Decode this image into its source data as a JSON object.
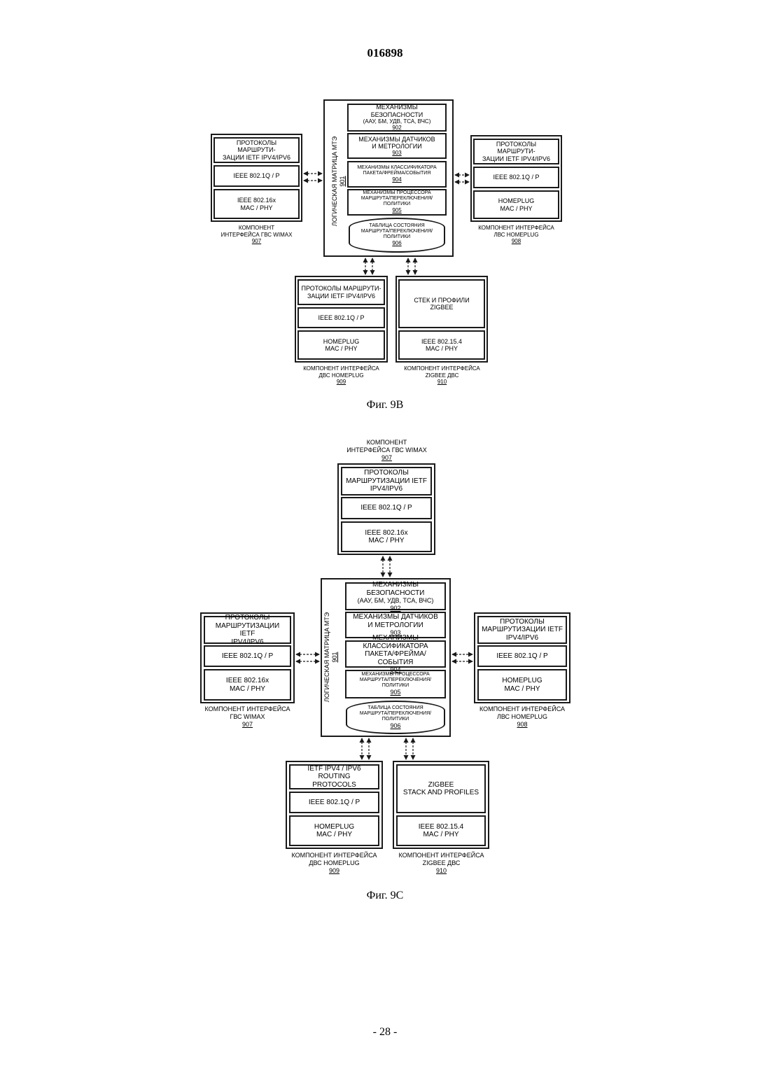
{
  "header": {
    "doc_number": "016898"
  },
  "page_number": "- 28 -",
  "fig9b": {
    "caption": "Фиг. 9B",
    "matrix": {
      "label": "ЛОГИЧЕСКАЯ МАТРИЦА МТЭ",
      "num": "901",
      "security": {
        "line1": "МЕХАНИЗМЫ БЕЗОПАСНОСТИ",
        "line2": "(ААУ, БМ, УДВ, ТСА, ВЧС)",
        "num": "902"
      },
      "sensors": {
        "line1": "МЕХАНИЗМЫ ДАТЧИКОВ",
        "line2": "И МЕТРОЛОГИИ",
        "num": "903"
      },
      "classifier": {
        "line1": "МЕХАНИЗМЫ КЛАССИФИКАТОРА",
        "line2": "ПАКЕТА/ФРЕЙМА/СОБЫТИЯ",
        "num": "904"
      },
      "processor": {
        "line1": "МЕХАНИЗМЫ ПРОЦЕССОРА",
        "line2": "МАРШРУТА/ПЕРЕКЛЮЧЕНИЯ/ПОЛИТИКИ",
        "num": "905"
      },
      "state_table": {
        "line1": "ТАБЛИЦА СОСТОЯНИЯ",
        "line2": "МАРШРУТА/ПЕРЕКЛЮЧЕНИЯ/ПОЛИТИКИ",
        "num": "906"
      }
    },
    "wimax": {
      "routing": {
        "line1": "ПРОТОКОЛЫ МАРШРУТИ-",
        "line2": "ЗАЦИИ IETF IPV4/IPV6"
      },
      "ieee": "IEEE 802.1Q / P",
      "mac": {
        "line1": "IEEE 802.16x",
        "line2": "MAC / PHY"
      },
      "label": {
        "line1": "КОМПОНЕНТ",
        "line2": "ИНТЕРФЕЙСА ГВС WIMAX",
        "num": "907"
      }
    },
    "lan_homeplug": {
      "routing": {
        "line1": "ПРОТОКОЛЫ МАРШРУТИ-",
        "line2": "ЗАЦИИ IETF IPV4/IPV6"
      },
      "ieee": "IEEE 802.1Q / P",
      "mac": {
        "line1": "HOMEPLUG",
        "line2": "MAC / PHY"
      },
      "label": {
        "line1": "КОМПОНЕНТ ИНТЕРФЕЙСА",
        "line2": "ЛВС HOMEPLUG",
        "num": "908"
      }
    },
    "dvs_homeplug": {
      "routing": {
        "line1": "ПРОТОКОЛЫ МАРШРУТИ-",
        "line2": "ЗАЦИИ IETF IPV4/IPV6"
      },
      "ieee": "IEEE 802.1Q / P",
      "mac": {
        "line1": "HOMEPLUG",
        "line2": "MAC / PHY"
      },
      "label": {
        "line1": "КОМПОНЕНТ ИНТЕРФЕЙСА",
        "line2": "ДВС HOMEPLUG",
        "num": "909"
      }
    },
    "zigbee": {
      "stack": "СТЕК И ПРОФИЛИ ZIGBEE",
      "mac": {
        "line1": "IEEE 802.15.4",
        "line2": "MAC / PHY"
      },
      "label": {
        "line1": "КОМПОНЕНТ ИНТЕРФЕЙСА",
        "line2": "ZIGBEE ДВС",
        "num": "910"
      }
    }
  },
  "fig9c": {
    "caption": "Фиг. 9C",
    "matrix": {
      "label": "ЛОГИЧЕСКАЯ МАТРИЦА МТЭ",
      "num": "901",
      "security": {
        "line1": "МЕХАНИЗМЫ БЕЗОПАСНОСТИ",
        "line2": "(ААУ, БМ, УДВ, ТСА, ВЧС)",
        "num": "902"
      },
      "sensors": {
        "line1": "МЕХАНИЗМЫ ДАТЧИКОВ",
        "line2": "И МЕТРОЛОГИИ",
        "num": "903"
      },
      "classifier": {
        "line1": "МЕХАНИЗМЫ КЛАССИФИКАТОРА",
        "line2": "ПАКЕТА/ФРЕЙМА/СОБЫТИЯ",
        "num": "904"
      },
      "processor": {
        "line1": "МЕХАНИЗМЫ ПРОЦЕССОРА",
        "line2": "МАРШРУТА/ПЕРЕКЛЮЧЕНИЯ/",
        "line3": "ПОЛИТИКИ",
        "num": "905"
      },
      "state_table": {
        "line1": "ТАБЛИЦА СОСТОЯНИЯ",
        "line2": "МАРШРУТА/ПЕРЕКЛЮЧЕНИЯ/",
        "line3": "ПОЛИТИКИ",
        "num": "906"
      }
    },
    "wimax_top": {
      "label": {
        "line1": "КОМПОНЕНТ",
        "line2": "ИНТЕРФЕЙСА ГВС WIMAX",
        "num": "907"
      },
      "routing": {
        "line1": "ПРОТОКОЛЫ",
        "line2": "МАРШРУТИЗАЦИИ IETF",
        "line3": "IPV4/IPV6"
      },
      "ieee": "IEEE 802.1Q / P",
      "mac": {
        "line1": "IEEE 802.16x",
        "line2": "MAC / PHY"
      }
    },
    "wimax_left": {
      "routing": {
        "line1": "ПРОТОКОЛЫ",
        "line2": "МАРШРУТИЗАЦИИ IETF",
        "line3": "IPV4/IPV6"
      },
      "ieee": "IEEE 802.1Q / P",
      "mac": {
        "line1": "IEEE 802.16x",
        "line2": "MAC / PHY"
      },
      "label": {
        "line1": "КОМПОНЕНТ ИНТЕРФЕЙСА",
        "line2": "ГВС WIMAX",
        "num": "907"
      }
    },
    "lan_homeplug": {
      "routing": {
        "line1": "ПРОТОКОЛЫ",
        "line2": "МАРШРУТИЗАЦИИ IETF",
        "line3": "IPV4/IPV6"
      },
      "ieee": "IEEE 802.1Q / P",
      "mac": {
        "line1": "HOMEPLUG",
        "line2": "MAC / PHY"
      },
      "label": {
        "line1": "КОМПОНЕНТ ИНТЕРФЕЙСА",
        "line2": "ЛВС HOMEPLUG",
        "num": "908"
      }
    },
    "dvs_homeplug": {
      "routing": {
        "line1": "IETF IPV4 / IPV6 ROUTING",
        "line2": "PROTOCOLS"
      },
      "ieee": "IEEE 802.1Q / P",
      "mac": {
        "line1": "HOMEPLUG",
        "line2": "MAC / PHY"
      },
      "label": {
        "line1": "КОМПОНЕНТ ИНТЕРФЕЙСА",
        "line2": "ДВС HOMEPLUG",
        "num": "909"
      }
    },
    "zigbee": {
      "stack": {
        "line1": "ZIGBEE",
        "line2": "STACK AND PROFILES"
      },
      "mac": {
        "line1": "IEEE 802.15.4",
        "line2": "MAC / PHY"
      },
      "label": {
        "line1": "КОМПОНЕНТ ИНТЕРФЕЙСА",
        "line2": "ZIGBEE ДВС",
        "num": "910"
      }
    }
  }
}
